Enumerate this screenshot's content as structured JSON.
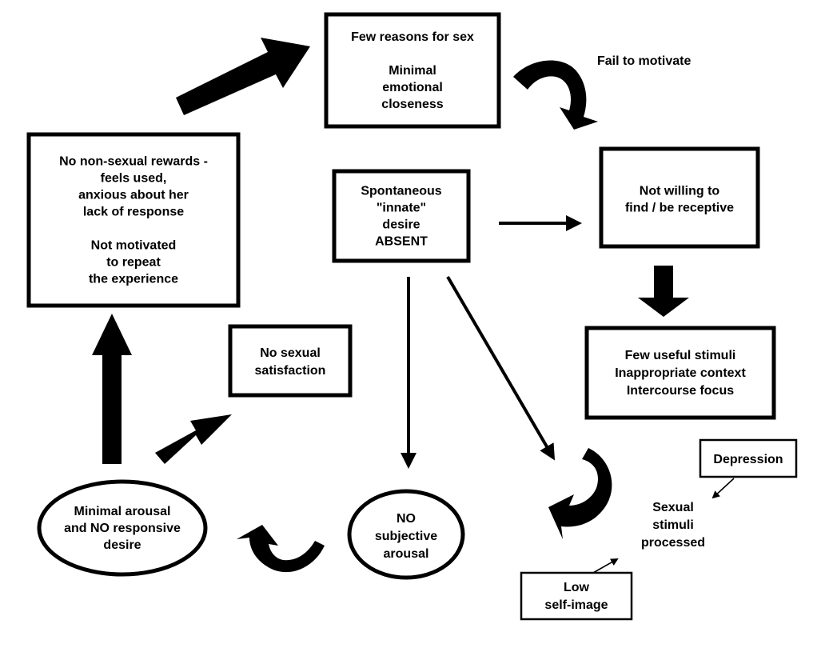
{
  "nodes": {
    "few_reasons": {
      "lines": [
        "Few reasons for sex",
        "",
        "Minimal",
        "emotional",
        "closeness"
      ]
    },
    "no_rewards": {
      "lines": [
        "No non-sexual rewards -",
        "feels used,",
        "anxious about her",
        "lack of response",
        "",
        "Not motivated",
        "to repeat",
        "the experience"
      ]
    },
    "spontaneous": {
      "lines": [
        "Spontaneous",
        "\"innate\"",
        "desire",
        "ABSENT"
      ]
    },
    "not_willing": {
      "lines": [
        "Not willing to",
        "find / be receptive"
      ]
    },
    "few_stimuli": {
      "lines": [
        "Few useful stimuli",
        "Inappropriate context",
        "Intercourse focus"
      ]
    },
    "no_satisfaction": {
      "lines": [
        "No sexual",
        "satisfaction"
      ]
    },
    "minimal_arousal": {
      "lines": [
        "Minimal arousal",
        "and NO responsive",
        "desire"
      ]
    },
    "no_subjective": {
      "lines": [
        "NO",
        "subjective",
        "arousal"
      ]
    },
    "stimuli_processed": {
      "lines": [
        "Sexual",
        "stimuli",
        "processed"
      ]
    },
    "depression": {
      "lines": [
        "Depression"
      ]
    },
    "low_self_image": {
      "lines": [
        "Low",
        "self-image"
      ]
    }
  },
  "annotations": {
    "fail_to_motivate": "Fail to motivate"
  },
  "colors": {
    "ink": "#000000",
    "background": "#ffffff"
  }
}
